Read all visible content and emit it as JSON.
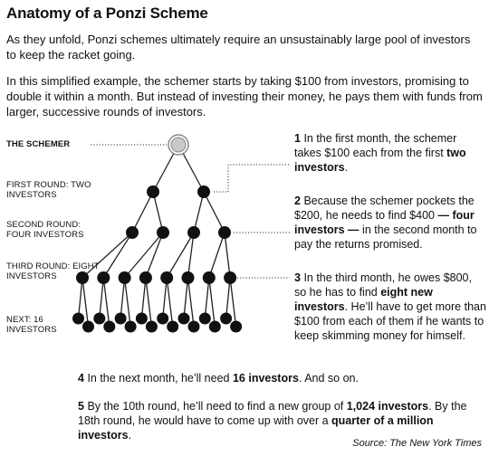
{
  "title": "Anatomy of a Ponzi Scheme",
  "intro": [
    "As they unfold, Ponzi schemes ultimately require an unsustainably large pool of investors to keep the racket going.",
    "In this simplified example, the schemer starts by taking $100 from investors, promising to double it within a month. But instead of investing their money, he pays them with funds from larger, successive rounds of investors."
  ],
  "labels": {
    "schemer": "THE SCHEMER",
    "first_round": "FIRST ROUND: TWO INVESTORS",
    "second_round": "SECOND ROUND: FOUR INVESTORS",
    "third_round": "THIRD ROUND: EIGHT INVESTORS",
    "next": "NEXT: 16 INVESTORS"
  },
  "steps": [
    {
      "num": "1",
      "pre": "In the first month, the schemer takes $100 each from the first ",
      "bold": "two investors",
      "post": "."
    },
    {
      "num": "2",
      "pre": "Because the schemer pockets the $200, he needs to find $400 ",
      "bold": "— four investors —",
      "post": " in the second month to pay the returns promised."
    },
    {
      "num": "3",
      "pre": "In the third month, he owes $800, so he has to find ",
      "bold": "eight new investors",
      "post": ". He’ll have to get more than $100 from each of them if he wants to keep skimming money for himself."
    },
    {
      "num": "4",
      "pre": "In the next month, he’ll need ",
      "bold": "16 investors",
      "post": ". And so on."
    },
    {
      "num": "5",
      "pre": "By the 10th round, he’ll need to find a new group of ",
      "bold": "1,024 investors",
      "post": ". By the 18th round, he would have to come up with over a ",
      "bold2": "quarter of a million investors",
      "post2": "."
    }
  ],
  "source": "Source: The New York Times",
  "colors": {
    "node": "#111111",
    "root_fill": "#c8c8c8",
    "root_ring": "#888888",
    "line": "#222222"
  },
  "chart_data": {
    "type": "tree",
    "levels": [
      {
        "label": "THE SCHEMER",
        "nodes": 1
      },
      {
        "label": "FIRST ROUND: TWO INVESTORS",
        "nodes": 2
      },
      {
        "label": "SECOND ROUND: FOUR INVESTORS",
        "nodes": 4
      },
      {
        "label": "THIRD ROUND: EIGHT INVESTORS",
        "nodes": 8
      },
      {
        "label": "NEXT: 16 INVESTORS",
        "nodes": 16
      }
    ]
  }
}
